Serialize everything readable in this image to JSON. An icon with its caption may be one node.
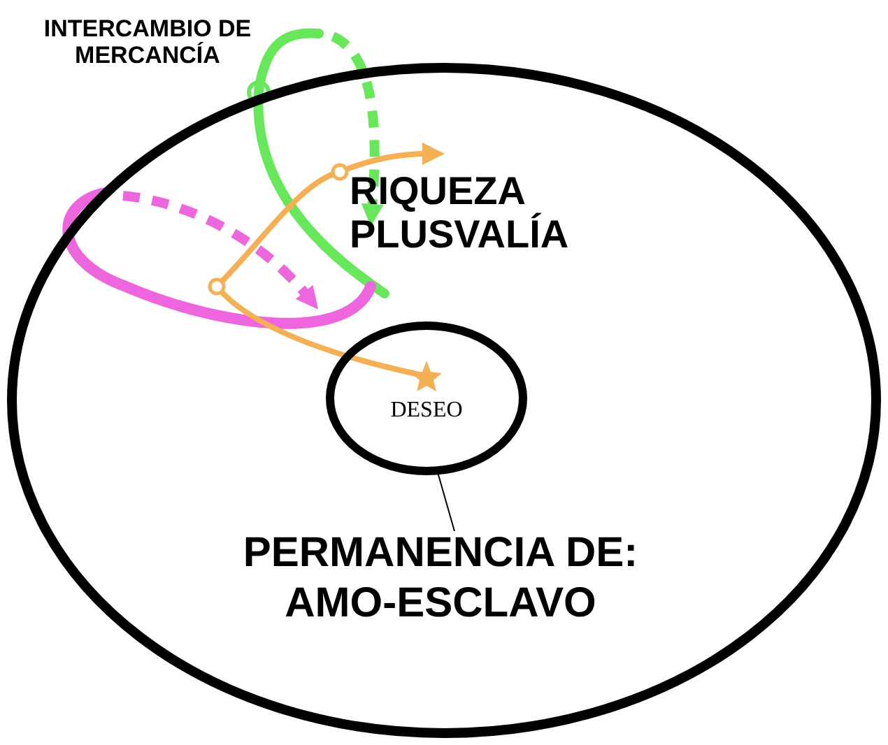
{
  "diagram": {
    "nodes": [
      {
        "text": [],
        "shape": "circle"
      },
      {
        "text": [
          "DESEO"
        ],
        "in": 0
      },
      {
        "text": [
          "PERMANENCIA DE: AMO-ESCLAVO"
        ],
        "in": 0
      }
    ],
    "edges": [
      {
        "from": 2,
        "to": 1,
        "arrow": "none"
      }
    ],
    "labels": [
      "INTERCAMBIO DE MERCANCÍA",
      "RIQUEZA PLUSVALÍA"
    ]
  }
}
